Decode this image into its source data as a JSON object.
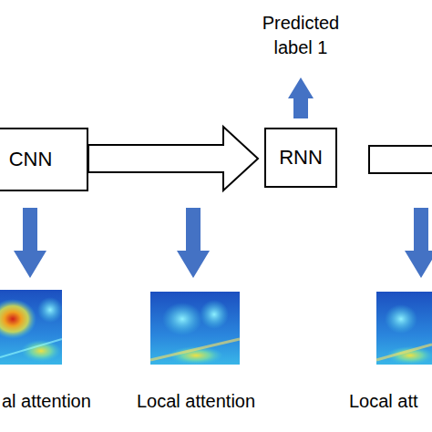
{
  "diagram": {
    "nodes": [
      {
        "text": [
          "CNN"
        ]
      },
      {
        "text": [
          "RNN"
        ]
      }
    ],
    "edges": [
      {
        "from": 0,
        "to": 1,
        "arrow": "to"
      }
    ],
    "labels": [
      "Predicted label 1",
      "al attention",
      "Local attention",
      "Local att"
    ]
  }
}
